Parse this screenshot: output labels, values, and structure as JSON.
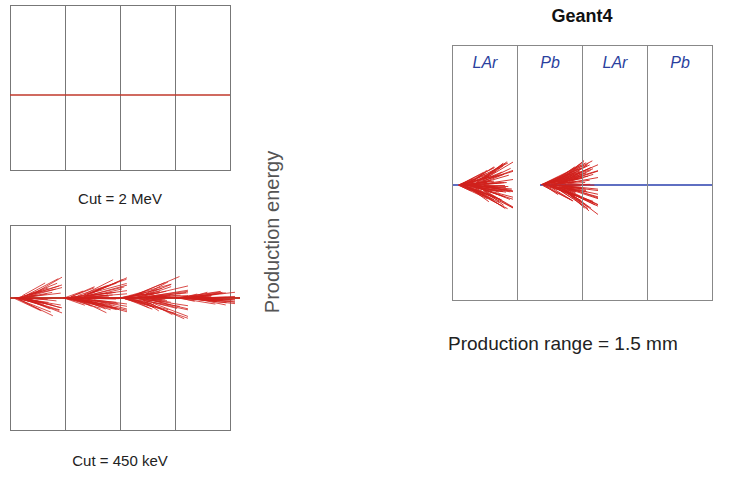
{
  "diagram": {
    "title": "Geant4",
    "nodes": [
      {
        "text": [
          "LAr"
        ]
      },
      {
        "text": [
          "Pb"
        ]
      },
      {
        "text": [
          "LAr"
        ]
      },
      {
        "text": [
          "Pb"
        ]
      }
    ],
    "labels": [
      "Cut = 2 MeV",
      "Cut = 450 keV",
      "Production energy",
      "Production range = 1.5 mm"
    ]
  }
}
